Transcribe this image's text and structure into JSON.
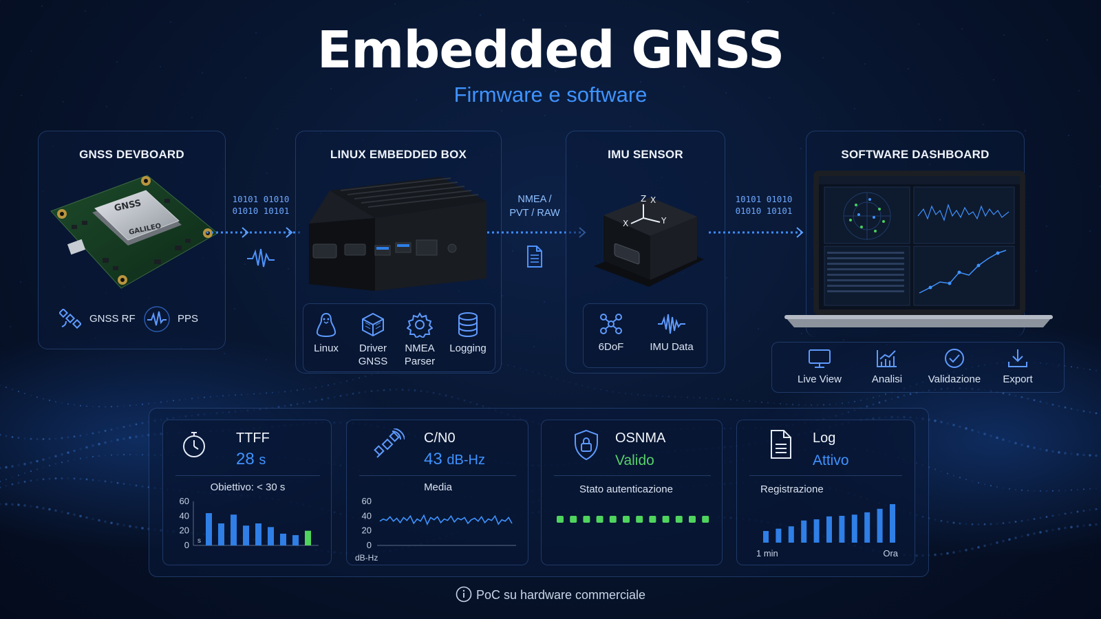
{
  "header": {
    "title": "Embedded GNSS",
    "subtitle": "Firmware e software"
  },
  "pipeline": {
    "devboard": {
      "title": "GNSS DEVBOARD",
      "chip_labels": [
        "GNSS",
        "GALILEO"
      ],
      "features": [
        {
          "label": "GNSS RF",
          "icon": "satellite-icon"
        },
        {
          "label": "PPS",
          "icon": "pulse-icon"
        }
      ]
    },
    "link1": {
      "bits": [
        "10101 01010",
        "01010 10101"
      ],
      "icon": "signal-wave-icon"
    },
    "linux_box": {
      "title": "LINUX EMBEDDED BOX",
      "tools": [
        {
          "label": "Linux",
          "icon": "linux-penguin-icon"
        },
        {
          "label": "Driver\nGNSS",
          "icon": "driver-cube-icon"
        },
        {
          "label": "NMEA\nParser",
          "icon": "gear-icon"
        },
        {
          "label": "Logging",
          "icon": "database-icon"
        }
      ]
    },
    "link2": {
      "labels": [
        "NMEA /",
        "PVT / RAW"
      ],
      "icon": "document-icon"
    },
    "imu": {
      "title": "IMU SENSOR",
      "axes": [
        "Z",
        "X",
        "X",
        "Y"
      ],
      "tools": [
        {
          "label": "6DoF",
          "icon": "molecule-6dof-icon"
        },
        {
          "label": "IMU Data",
          "icon": "waveform-icon"
        }
      ]
    },
    "link3": {
      "bits": [
        "10101 01010",
        "01010 10101"
      ]
    },
    "dashboard": {
      "title": "SOFTWARE DASHBOARD",
      "actions": [
        {
          "label": "Live View",
          "icon": "monitor-icon"
        },
        {
          "label": "Analisi",
          "icon": "chart-icon"
        },
        {
          "label": "Validazione",
          "icon": "check-circle-icon"
        },
        {
          "label": "Export",
          "icon": "download-icon"
        }
      ]
    }
  },
  "stats": {
    "ttff": {
      "name": "TTFF",
      "value": "28",
      "unit": "s",
      "caption": "Obiettivo: < 30 s",
      "icon": "stopwatch-icon"
    },
    "cn0": {
      "name": "C/N0",
      "value": "43",
      "unit": "dB-Hz",
      "caption": "Media",
      "icon": "satellite-signal-icon"
    },
    "osnma": {
      "name": "OSNMA",
      "value": "Valido",
      "caption": "Stato autenticazione",
      "icon": "shield-lock-icon"
    },
    "log": {
      "name": "Log",
      "value": "Attivo",
      "caption": "Registrazione",
      "icon": "file-log-icon"
    }
  },
  "chart_data": [
    {
      "type": "bar",
      "title": "",
      "xlabel": "s",
      "ylabel": "",
      "ylim": [
        0,
        60
      ],
      "yticks": [
        "60",
        "40",
        "20",
        "0"
      ],
      "values": [
        44,
        30,
        42,
        27,
        30,
        25,
        16,
        14,
        20
      ],
      "colors": [
        "#2f7fe6",
        "#2f7fe6",
        "#2f7fe6",
        "#2f7fe6",
        "#2f7fe6",
        "#2f7fe6",
        "#2f7fe6",
        "#2f7fe6",
        "#4fd45e"
      ]
    },
    {
      "type": "line",
      "title": "",
      "xlabel": "dB-Hz",
      "ylabel": "",
      "ylim": [
        0,
        60
      ],
      "yticks": [
        "60",
        "40",
        "20",
        "0"
      ],
      "values": [
        33,
        36,
        34,
        39,
        33,
        37,
        31,
        38,
        34,
        40,
        30,
        36,
        33,
        41,
        29,
        38,
        35,
        39,
        31,
        36,
        34,
        40,
        32,
        37,
        35,
        38,
        30,
        35,
        37,
        33,
        39,
        31,
        36,
        34,
        40,
        29,
        35,
        33,
        38,
        30
      ]
    },
    {
      "type": "scatter",
      "title": "",
      "values": [
        1,
        1,
        1,
        1,
        1,
        1,
        1,
        1,
        1,
        1,
        1,
        1
      ],
      "color": "#4fd45e"
    },
    {
      "type": "bar",
      "title": "",
      "xlabel_start": "1 min",
      "xlabel_end": "Ora",
      "values": [
        20,
        24,
        28,
        38,
        40,
        45,
        46,
        48,
        52,
        58,
        66
      ],
      "colors": [
        "#2f7fe6",
        "#2f7fe6",
        "#2f7fe6",
        "#2f7fe6",
        "#2f7fe6",
        "#2f7fe6",
        "#2f7fe6",
        "#2f7fe6",
        "#2f7fe6",
        "#2f7fe6",
        "#2f7fe6"
      ]
    }
  ],
  "footer": {
    "note": "PoC su hardware commerciale",
    "icon": "info-icon"
  },
  "colors": {
    "accent": "#3f93ff",
    "success": "#57d06a",
    "background": "#081630"
  }
}
